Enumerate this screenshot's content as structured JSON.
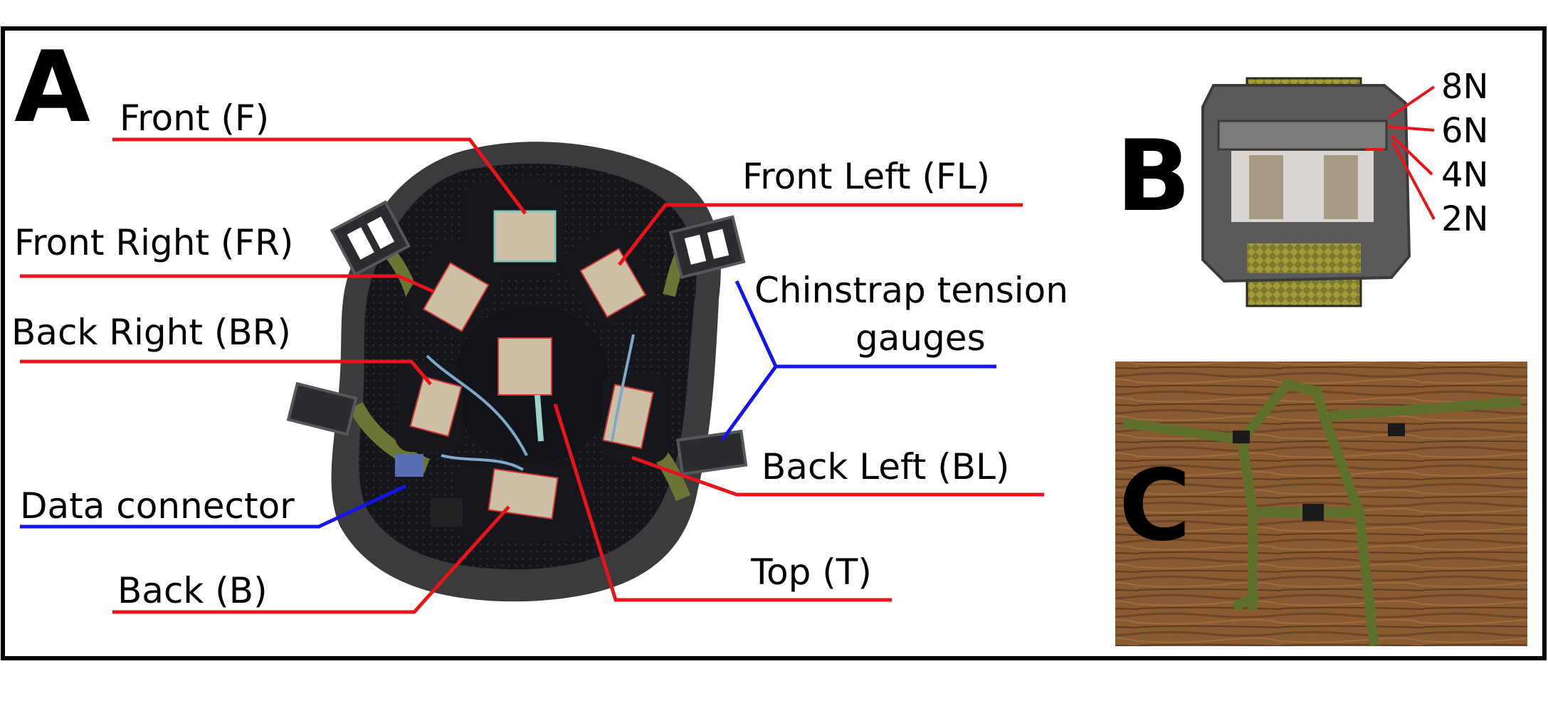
{
  "panels": {
    "a": "A",
    "b": "B",
    "c": "C"
  },
  "labels": {
    "front": "Front (F)",
    "front_left": "Front Left (FL)",
    "front_right": "Front Right (FR)",
    "chinstrap_line1": "Chinstrap tension",
    "chinstrap_line2": "gauges",
    "back_right": "Back Right (BR)",
    "back_left": "Back Left (BL)",
    "data_connector": "Data connector",
    "back": "Back (B)",
    "top": "Top (T)"
  },
  "gauge_marks": [
    "8N",
    "6N",
    "4N",
    "2N"
  ],
  "colors": {
    "sensor_leader": "#e8141c",
    "hardware_leader": "#1414e6",
    "frame": "#000000",
    "helmet_shell": "#3a3b3d",
    "padding": "#15171c",
    "sensor": "#cdbfa6",
    "strap": "#6b7535",
    "wood": "#8a5a33",
    "webbing": "#5f6f2c"
  }
}
